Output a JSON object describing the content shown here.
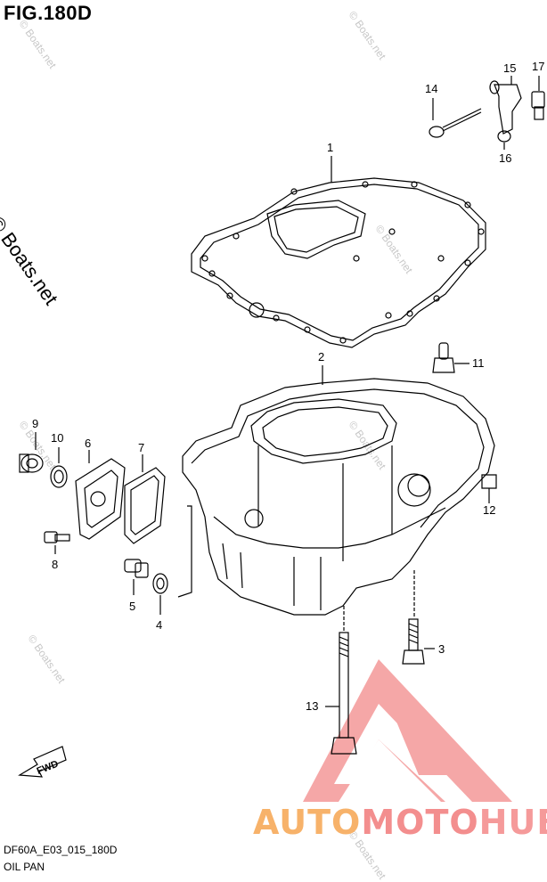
{
  "figure": {
    "title": "FIG.180D",
    "copyright": "© Boats.net",
    "code": "DF60A_E03_015_180D",
    "name": "OIL PAN",
    "fwd": "FWD"
  },
  "brand": {
    "part1": "AUTO",
    "part2": "MOTO",
    "part3": "HUB"
  },
  "watermark": "© Boats.net",
  "callouts": [
    "1",
    "2",
    "3",
    "4",
    "5",
    "6",
    "7",
    "8",
    "9",
    "10",
    "11",
    "12",
    "13",
    "14",
    "15",
    "16",
    "17"
  ]
}
